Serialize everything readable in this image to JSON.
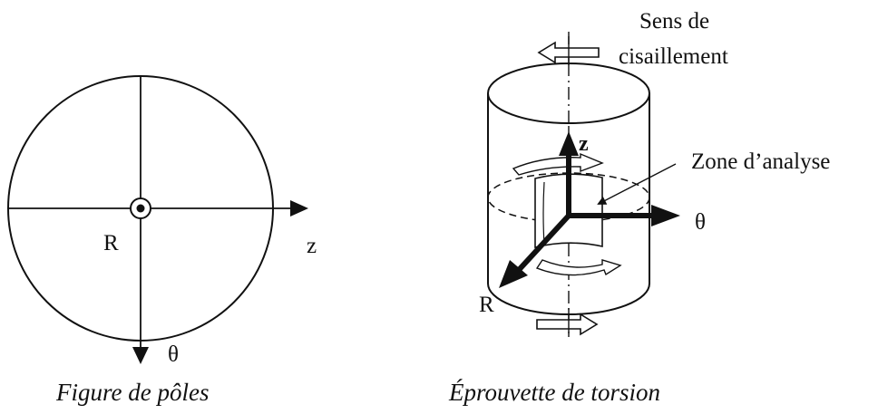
{
  "left_figure": {
    "label_r": "R",
    "label_z": "z",
    "label_theta": "θ",
    "caption": "Figure de pôles"
  },
  "right_figure": {
    "shear_label_line1": "Sens de",
    "shear_label_line2": "cisaillement",
    "zone_label": "Zone d’analyse",
    "axis_z": "z",
    "axis_theta": "θ",
    "axis_r": "R",
    "caption": "Éprouvette de torsion"
  },
  "colors": {
    "ink": "#111111",
    "background": "#ffffff"
  }
}
